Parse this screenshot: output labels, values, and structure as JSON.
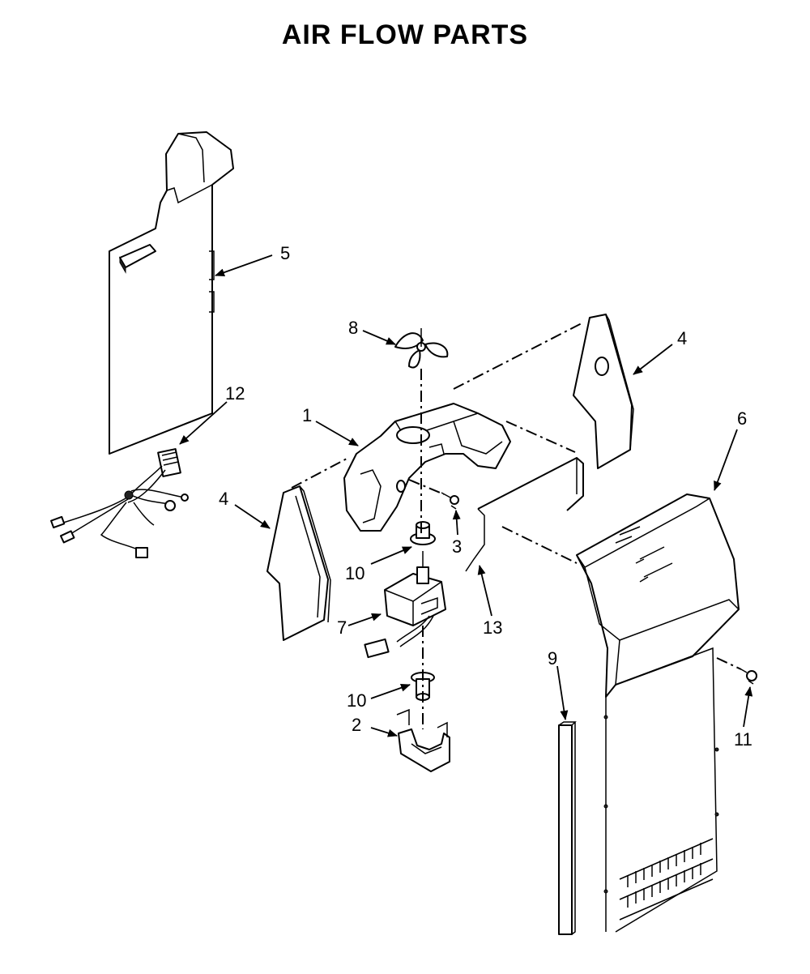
{
  "title": "AIR FLOW PARTS",
  "callouts": {
    "c1": "1",
    "c2": "2",
    "c3": "3",
    "c4a": "4",
    "c4b": "4",
    "c5": "5",
    "c6": "6",
    "c7": "7",
    "c8": "8",
    "c9": "9",
    "c10a": "10",
    "c10b": "10",
    "c11": "11",
    "c12": "12",
    "c13": "13"
  }
}
